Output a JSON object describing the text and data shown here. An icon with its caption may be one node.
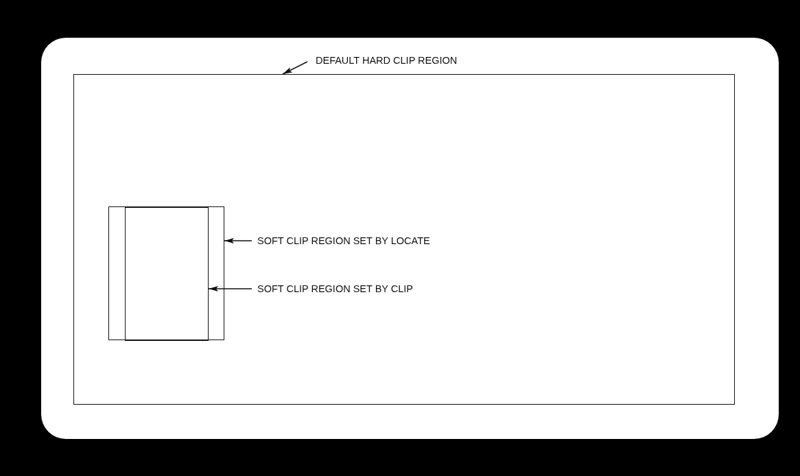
{
  "diagram": {
    "nodes": [
      {
        "text": [
          "DEFAULT HARD CLIP REGION"
        ]
      },
      {
        "text": [],
        "shape": "box"
      },
      {
        "text": [],
        "shape": "box",
        "in": 1
      },
      {
        "text": [],
        "shape": "box",
        "in": 2
      },
      {
        "text": [
          "SOFT CLIP REGION SET BY LOCATE"
        ],
        "in": 1
      },
      {
        "text": [
          "SOFT CLIP REGION SET BY CLIP"
        ],
        "in": 1
      }
    ],
    "edges": [
      {
        "from": 0,
        "to": 1,
        "arrow": "to"
      },
      {
        "from": 4,
        "to": 2,
        "arrow": "to"
      },
      {
        "from": 5,
        "to": 3,
        "arrow": "to"
      }
    ]
  }
}
